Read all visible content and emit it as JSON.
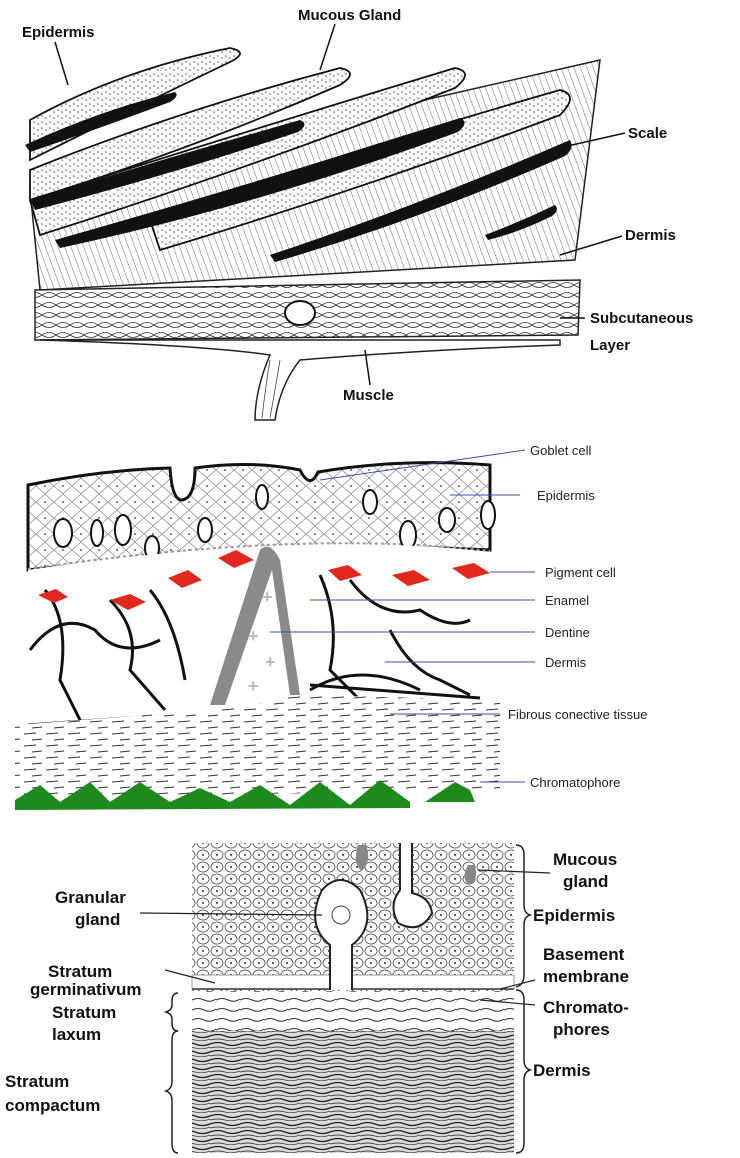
{
  "fish_skin": {
    "labels": {
      "epidermis": "Epidermis",
      "mucous_gland": "Mucous Gland",
      "scale": "Scale",
      "dermis": "Dermis",
      "subcutaneous_1": "Subcutaneous",
      "subcutaneous_2": "Layer",
      "muscle": "Muscle"
    }
  },
  "shark_skin": {
    "labels": {
      "goblet_cell": "Goblet cell",
      "epidermis": "Epidermis",
      "pigment_cell": "Pigment cell",
      "enamel": "Enamel",
      "dentine": "Dentine",
      "dermis": "Dermis",
      "fibrous": "Fibrous conective tissue",
      "chromatophore": "Chromatophore"
    },
    "colors": {
      "pigment": "#e0281e",
      "chromatophore": "#1e8a1e",
      "denticle": "#8a8a8a",
      "leader": "#3a4fb0"
    }
  },
  "frog_skin": {
    "labels": {
      "mucous_gland_1": "Mucous",
      "mucous_gland_2": "gland",
      "granular_gland_1": "Granular",
      "granular_gland_2": "gland",
      "epidermis": "Epidermis",
      "basement_1": "Basement",
      "basement_2": "membrane",
      "stratum_germ_1": "Stratum",
      "stratum_germ_2": "germinativum",
      "stratum_laxum_1": "Stratum",
      "stratum_laxum_2": "laxum",
      "chromato_1": "Chromato-",
      "chromato_2": "phores",
      "stratum_compactum_1": "Stratum",
      "stratum_compactum_2": "compactum",
      "dermis": "Dermis"
    }
  }
}
